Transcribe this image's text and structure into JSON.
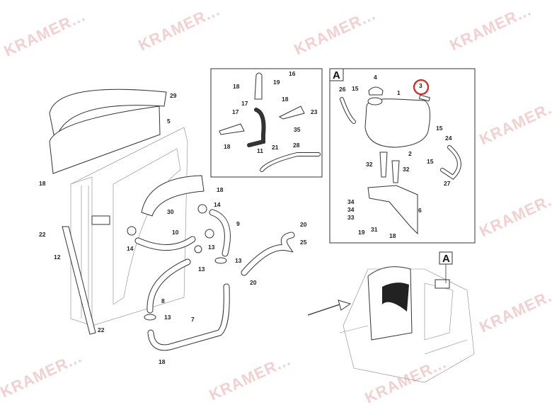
{
  "watermark": "KRAMER...",
  "box_a_label": "A",
  "detail_a_label": "A",
  "highlight_color": "#d8231f",
  "callouts": {
    "left": [
      "29",
      "5",
      "18",
      "18",
      "14",
      "30",
      "9",
      "22",
      "10",
      "14",
      "13",
      "12",
      "13",
      "13",
      "20",
      "25",
      "20",
      "8",
      "13",
      "7",
      "22",
      "18"
    ],
    "inset": [
      "18",
      "16",
      "19",
      "17",
      "18",
      "23",
      "17",
      "35",
      "18",
      "11",
      "21",
      "28"
    ],
    "box_a": [
      "4",
      "26",
      "15",
      "1",
      "3",
      "15",
      "24",
      "2",
      "15",
      "32",
      "32",
      "27",
      "34",
      "34",
      "33",
      "6",
      "19",
      "31",
      "18"
    ]
  }
}
